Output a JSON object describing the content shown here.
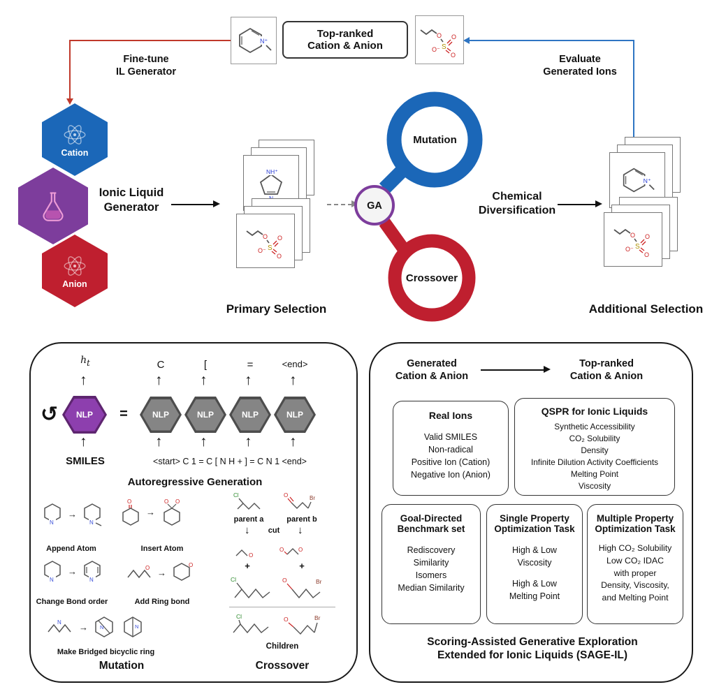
{
  "colors": {
    "cation_blue": "#1b67b8",
    "anion_red": "#bf1f2f",
    "generator_purple": "#7d3d9c",
    "nlp_purple": "#8d3fae",
    "nlp_gray": "#858585",
    "arrow_red": "#c0392b",
    "arrow_blue": "#2e75c3"
  },
  "icons": {
    "up_arrow": "↑",
    "down_arrow": "↓",
    "right_arrow": "→",
    "recurrence_arrow": "↺",
    "plus": "+"
  },
  "top_flow": {
    "fine_tune": {
      "line1": "Fine-tune",
      "line2": "IL Generator"
    },
    "top_ranked": {
      "line1": "Top-ranked",
      "line2": "Cation & Anion"
    },
    "evaluate": {
      "line1": "Evaluate",
      "line2": "Generated Ions"
    },
    "generator": {
      "cation": "Cation",
      "anion": "Anion",
      "title1": "Ionic Liquid",
      "title2": "Generator"
    },
    "primary_selection": "Primary Selection",
    "ga": "GA",
    "mutation": "Mutation",
    "crossover": "Crossover",
    "diversification": {
      "line1": "Chemical",
      "line2": "Diversification"
    },
    "additional_selection": "Additional Selection"
  },
  "molecules": {
    "pyridinium_n": "N⁺",
    "imidazolium_nh": "NH⁺",
    "imidazolium_n": "N",
    "n": "N",
    "o": "O",
    "o_minus": "O⁻",
    "s": "S",
    "cl": "Cl",
    "br": "Br"
  },
  "autoregressive": {
    "h_t": "h",
    "h_sub": "t",
    "nlp": "NLP",
    "equals": "=",
    "tokens": [
      "C",
      "[",
      "=",
      "<end>"
    ],
    "smiles": "SMILES",
    "sequence": "<start> C 1 = C [ N H + ] = C N 1 <end>",
    "title": "Autoregressive Generation"
  },
  "mutation_section": {
    "title": "Mutation",
    "ops": [
      "Append Atom",
      "Insert Atom",
      "Change Bond order",
      "Add Ring bond",
      "Make Bridged bicyclic ring"
    ]
  },
  "crossover_section": {
    "title": "Crossover",
    "parent_a": "parent a",
    "parent_b": "parent b",
    "cut": "cut",
    "children": "Children"
  },
  "sage": {
    "generated": {
      "line1": "Generated",
      "line2": "Cation & Anion"
    },
    "top_ranked": {
      "line1": "Top-ranked",
      "line2": "Cation & Anion"
    },
    "real_ions": {
      "title": "Real Ions",
      "items": [
        "Valid SMILES",
        "Non-radical",
        "Positive Ion (Cation)",
        "Negative Ion (Anion)"
      ]
    },
    "qspr": {
      "title": "QSPR for Ionic Liquids",
      "items": [
        "Synthetic Accessibility",
        "CO₂ Solubility",
        "Density",
        "Infinite Dilution Activity Coefficients",
        "Melting Point",
        "Viscosity"
      ]
    },
    "goal": {
      "title1": "Goal-Directed",
      "title2": "Benchmark set",
      "items": [
        "Rediscovery",
        "Similarity",
        "Isomers",
        "Median Similarity"
      ]
    },
    "single": {
      "title1": "Single Property",
      "title2": "Optimization Task",
      "items": [
        "High & Low",
        "Viscosity",
        "High & Low",
        "Melting Point"
      ]
    },
    "multiple": {
      "title1": "Multiple Property",
      "title2": "Optimization Task",
      "items": [
        "High CO₂ Solubility",
        "Low CO₂ IDAC",
        "with proper",
        "Density, Viscosity,",
        "and Melting Point"
      ]
    },
    "footer1": "Scoring-Assisted Generative Exploration",
    "footer2": "Extended for Ionic Liquids (SAGE-IL)"
  }
}
